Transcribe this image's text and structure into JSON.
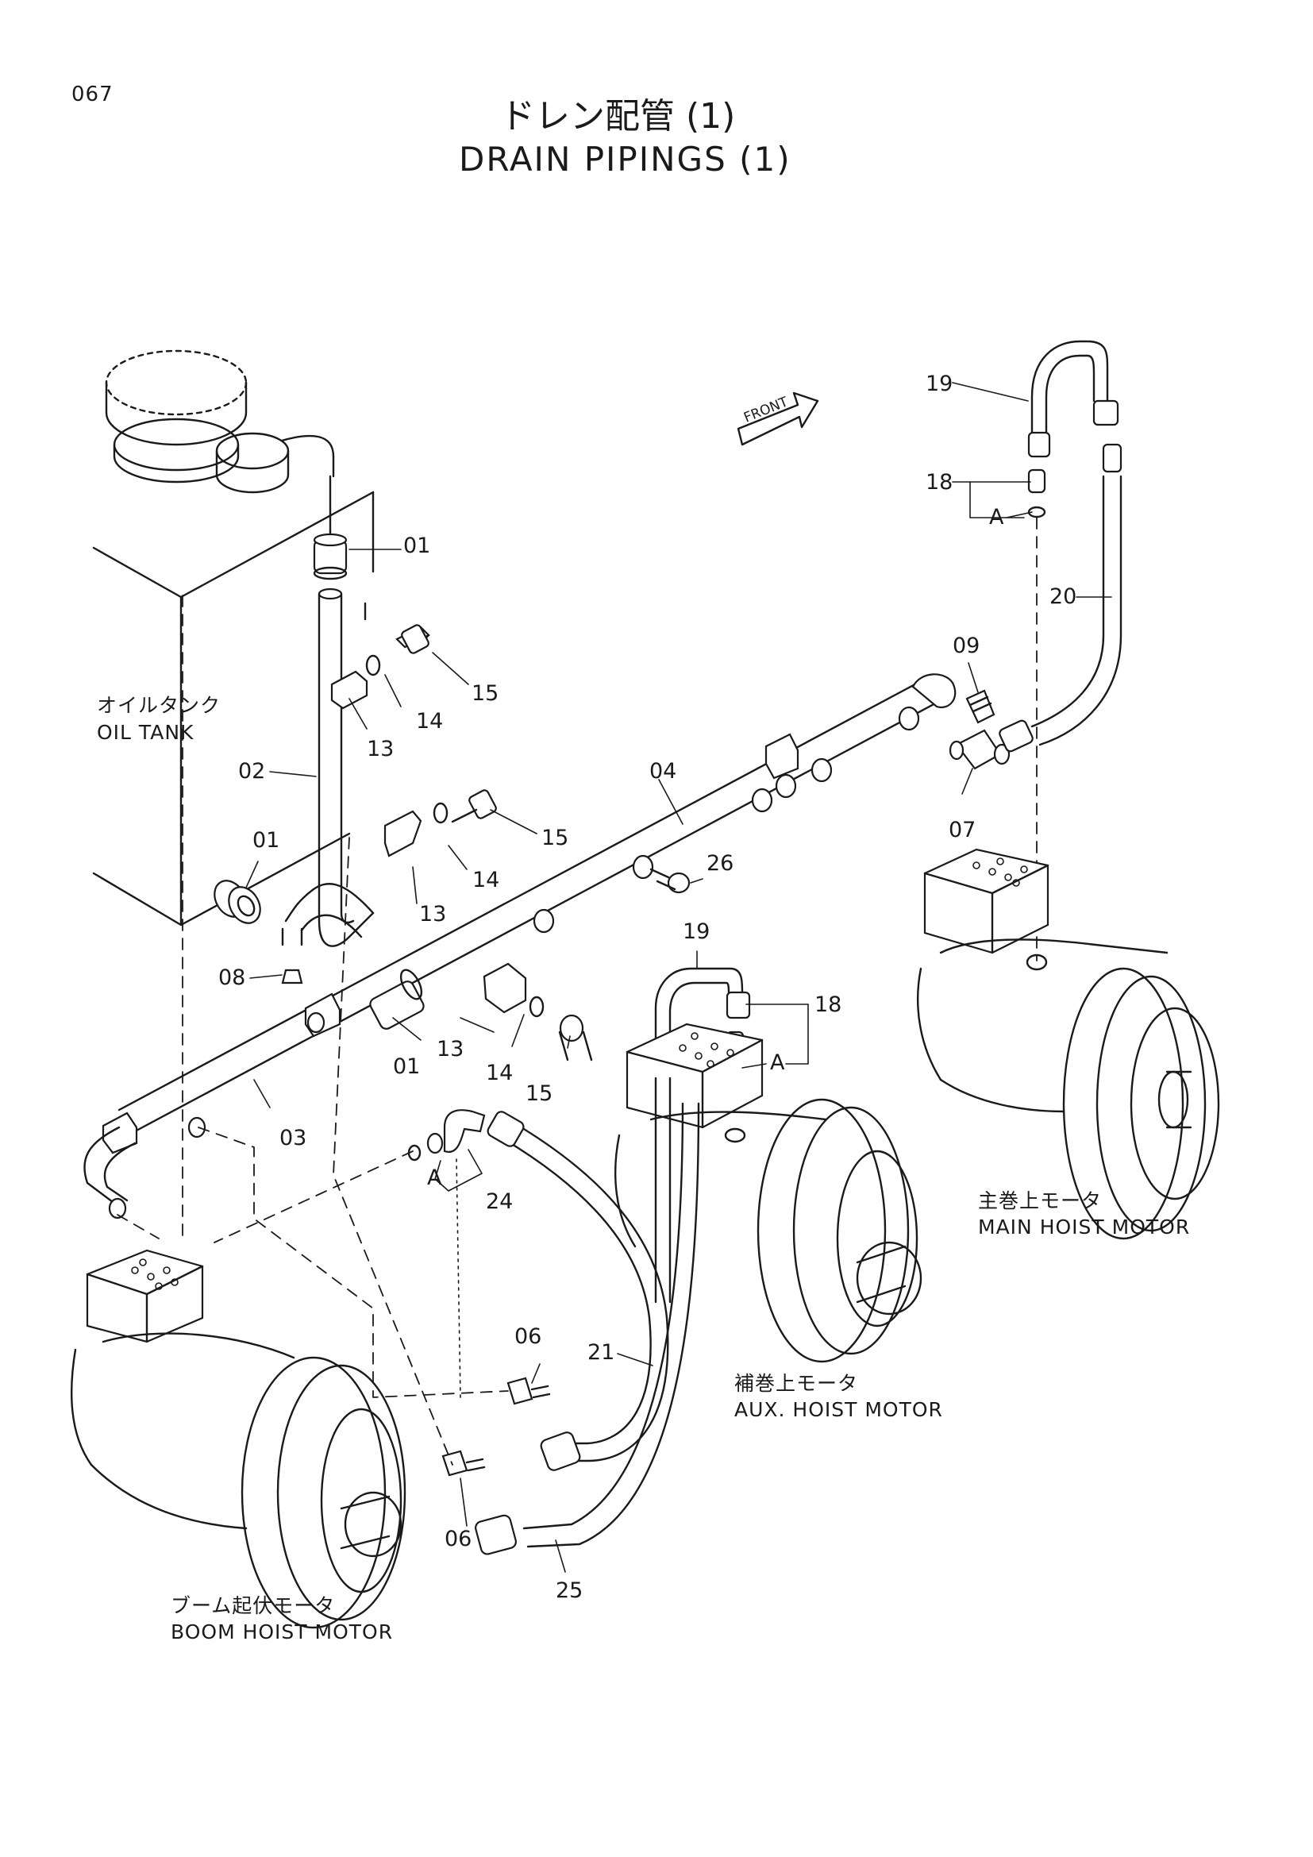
{
  "page": {
    "number": "067"
  },
  "title": {
    "jp": "ドレン配管  (1)",
    "en": "DRAIN  PIPINGS (1)"
  },
  "front_arrow": {
    "label": "FRONT"
  },
  "components": {
    "oil_tank": {
      "jp": "オイルタンク",
      "en": "OIL  TANK"
    },
    "main_hoist_motor": {
      "jp": "主巻上モータ",
      "en": "MAIN  HOIST  MOTOR"
    },
    "aux_hoist_motor": {
      "jp": "補巻上モータ",
      "en": "AUX.  HOIST  MOTOR"
    },
    "boom_hoist_motor": {
      "jp": "ブーム起伏モータ",
      "en": "BOOM  HOIST  MOTOR"
    }
  },
  "callouts": [
    {
      "id": "c19a",
      "label": "19"
    },
    {
      "id": "c18a",
      "label": "18"
    },
    {
      "id": "cAa",
      "label": "A"
    },
    {
      "id": "c01a",
      "label": "01"
    },
    {
      "id": "c20",
      "label": "20"
    },
    {
      "id": "c15a",
      "label": "15"
    },
    {
      "id": "c14a",
      "label": "14"
    },
    {
      "id": "c13a",
      "label": "13"
    },
    {
      "id": "c09",
      "label": "09"
    },
    {
      "id": "c02",
      "label": "02"
    },
    {
      "id": "c04",
      "label": "04"
    },
    {
      "id": "c07",
      "label": "07"
    },
    {
      "id": "c15b",
      "label": "15"
    },
    {
      "id": "c14b",
      "label": "14"
    },
    {
      "id": "c01b",
      "label": "01"
    },
    {
      "id": "c13b",
      "label": "13"
    },
    {
      "id": "c26",
      "label": "26"
    },
    {
      "id": "c19b",
      "label": "19"
    },
    {
      "id": "c08",
      "label": "08"
    },
    {
      "id": "c13c",
      "label": "13"
    },
    {
      "id": "c01c",
      "label": "01"
    },
    {
      "id": "c14c",
      "label": "14"
    },
    {
      "id": "c15c",
      "label": "15"
    },
    {
      "id": "c18b",
      "label": "18"
    },
    {
      "id": "cAb",
      "label": "A"
    },
    {
      "id": "c03",
      "label": "03"
    },
    {
      "id": "cAc",
      "label": "A"
    },
    {
      "id": "c24",
      "label": "24"
    },
    {
      "id": "c06a",
      "label": "06"
    },
    {
      "id": "c21",
      "label": "21"
    },
    {
      "id": "c06b",
      "label": "06"
    },
    {
      "id": "c25",
      "label": "25"
    }
  ]
}
